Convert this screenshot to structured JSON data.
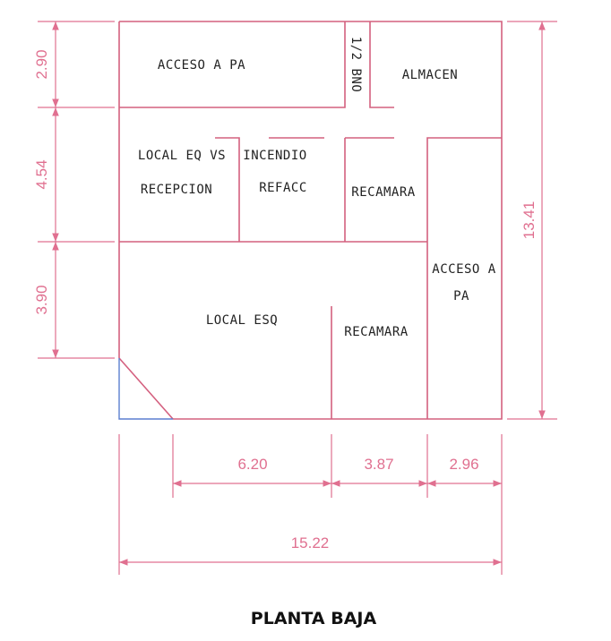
{
  "title": "PLANTA BAJA",
  "rooms": {
    "acceso_pa_top": "ACCESO A PA",
    "medio_bano": "1/2 BNO",
    "almacen": "ALMACEN",
    "local_eq": "LOCAL EQ VS",
    "incendio": "INCENDIO",
    "recepcion": "RECEPCION",
    "refacc": "REFACC",
    "recamara_top": "RECAMARA",
    "acceso_pa_right_1": "ACCESO A",
    "acceso_pa_right_2": "PA",
    "local_esq": "LOCAL ESQ",
    "recamara_bottom": "RECAMARA"
  },
  "dimensions": {
    "left": [
      "2.90",
      "4.54",
      "3.90"
    ],
    "right_total": "13.41",
    "bottom": [
      "6.20",
      "3.87",
      "2.96"
    ],
    "bottom_total": "15.22"
  },
  "colors": {
    "walls": "#d4607f",
    "dimensions": "#e07090",
    "corner": "#5b7fd0"
  }
}
